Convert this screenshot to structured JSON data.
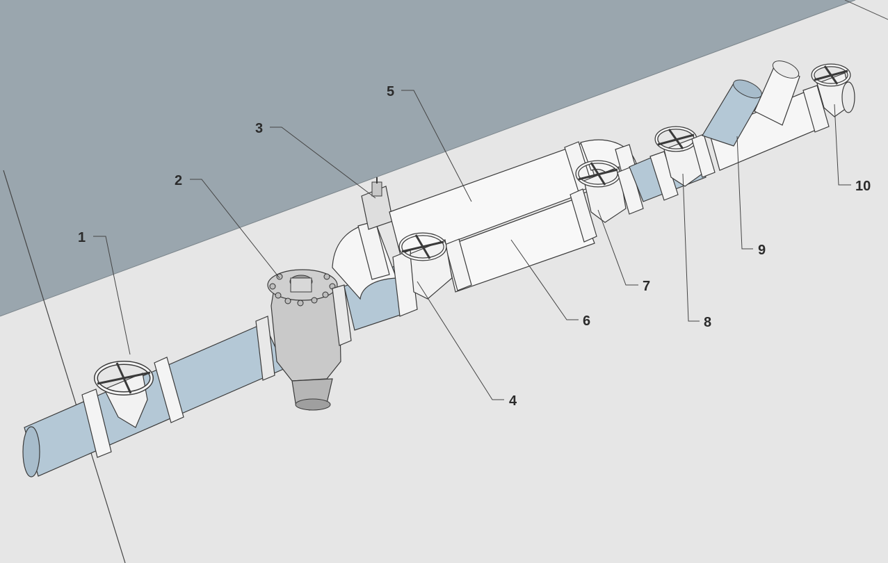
{
  "diagram": {
    "callouts": [
      {
        "id": "1",
        "label": "1",
        "part": "gate-valve-inlet"
      },
      {
        "id": "2",
        "label": "2",
        "part": "strainer-body"
      },
      {
        "id": "3",
        "label": "3",
        "part": "control-valve-actuator"
      },
      {
        "id": "4",
        "label": "4",
        "part": "gate-valve-bypass-inlet"
      },
      {
        "id": "5",
        "label": "5",
        "part": "upper-pipe-run"
      },
      {
        "id": "6",
        "label": "6",
        "part": "lower-pipe-run"
      },
      {
        "id": "7",
        "label": "7",
        "part": "gate-valve-bypass-outlet"
      },
      {
        "id": "8",
        "label": "8",
        "part": "gate-valve-main-outlet"
      },
      {
        "id": "9",
        "label": "9",
        "part": "wye-branch"
      },
      {
        "id": "10",
        "label": "10",
        "part": "gate-valve-end"
      }
    ]
  },
  "colors": {
    "wall": "#9aa6ae",
    "floor": "#e6e6e6",
    "pipe_blue": "#b4c8d6",
    "pipe_white": "#f6f6f6",
    "outline": "#3a3a3a",
    "metal_gray": "#c7c7c7"
  }
}
